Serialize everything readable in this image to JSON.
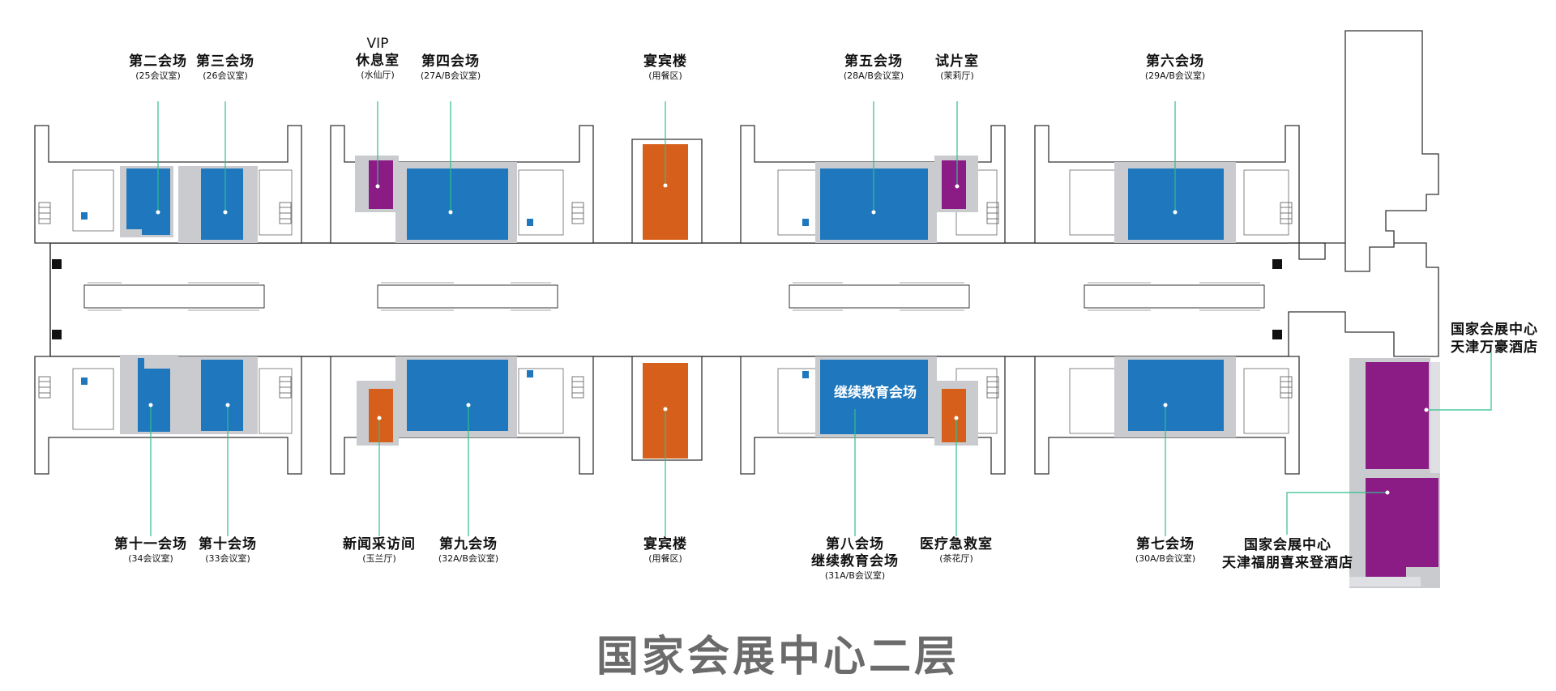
{
  "title": "国家会展中心二层",
  "colors": {
    "hall_blue": "#1f78bd",
    "vip_purple": "#8b1c86",
    "dining_orange": "#d6601b",
    "leader_green": "#2fbf8a",
    "wall": "#333333",
    "shadow": "#c9cbcf"
  },
  "venues": {
    "hall2": {
      "name": "第二会场",
      "sub": "(25会议室)"
    },
    "hall3": {
      "name": "第三会场",
      "sub": "(26会议室)"
    },
    "vip": {
      "pre": "VIP",
      "name": "休息室",
      "sub": "(水仙厅)"
    },
    "hall4": {
      "name": "第四会场",
      "sub": "(27A/B会议室)"
    },
    "banquet_top": {
      "name": "宴宾楼",
      "sub": "(用餐区)"
    },
    "hall5": {
      "name": "第五会场",
      "sub": "(28A/B会议室)"
    },
    "screening": {
      "name": "试片室",
      "sub": "(茉莉厅)"
    },
    "hall6": {
      "name": "第六会场",
      "sub": "(29A/B会议室)"
    },
    "hall11": {
      "name": "第十一会场",
      "sub": "(34会议室)"
    },
    "hall10": {
      "name": "第十会场",
      "sub": "(33会议室)"
    },
    "press": {
      "name": "新闻采访间",
      "sub": "(玉兰厅)"
    },
    "hall9": {
      "name": "第九会场",
      "sub": "(32A/B会议室)"
    },
    "banquet_bottom": {
      "name": "宴宾楼",
      "sub": "(用餐区)"
    },
    "hall8": {
      "name": "第八会场",
      "name2": "继续教育会场",
      "sub": "(31A/B会议室)"
    },
    "medical": {
      "name": "医疗急救室",
      "sub": "(茶花厅)"
    },
    "hall7": {
      "name": "第七会场",
      "sub": "(30A/B会议室)"
    },
    "hotel_marriott": {
      "line1": "国家会展中心",
      "line2": "天津万豪酒店"
    },
    "hotel_fourpoints": {
      "line1": "国家会展中心",
      "line2": "天津福朋喜来登酒店"
    }
  },
  "in_map_text": {
    "hall8_room": "继续教育会场"
  },
  "icons": [
    "elevator-icon",
    "stairs-icon",
    "escalator-icon",
    "restroom-icon"
  ]
}
